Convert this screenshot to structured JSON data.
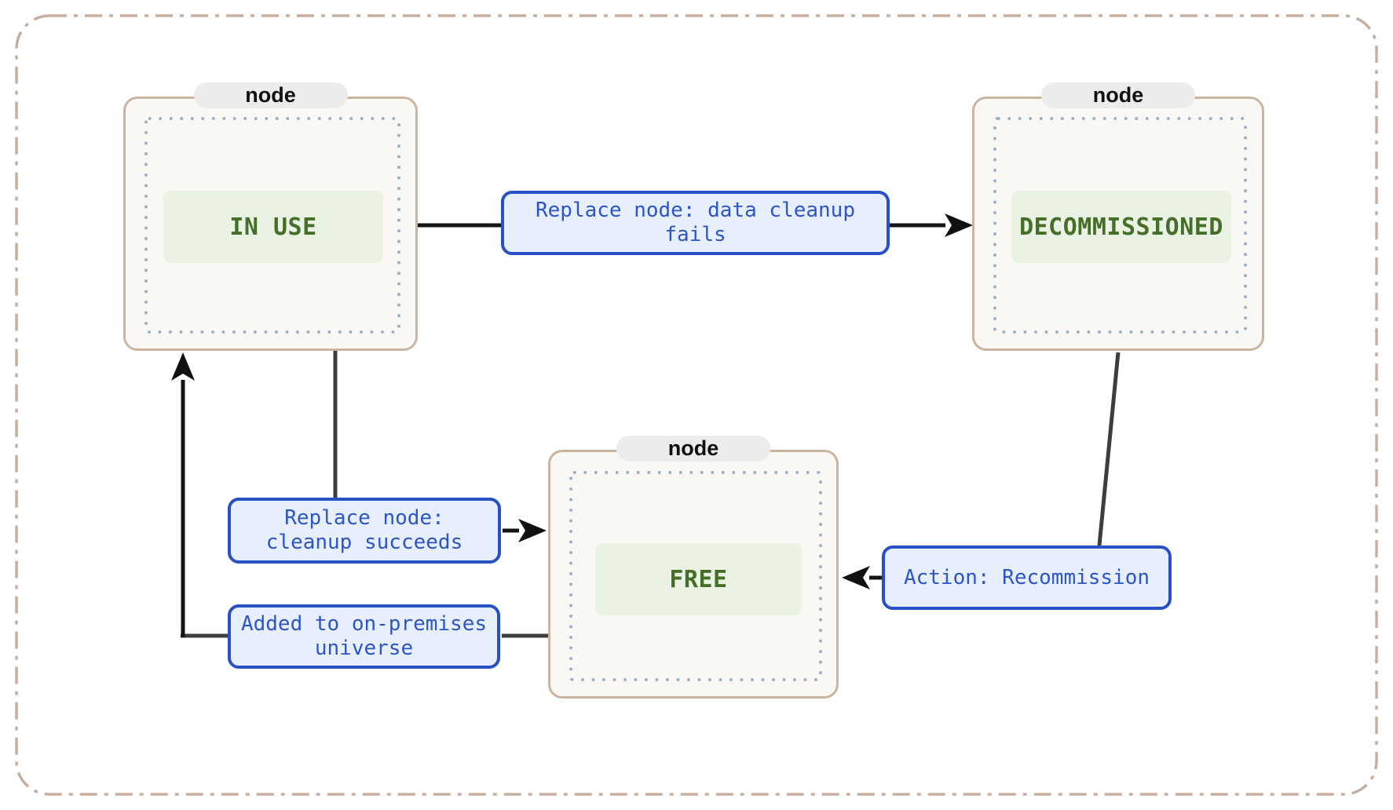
{
  "diagram": {
    "type": "state-flow",
    "nodes": [
      {
        "pill": "node",
        "state": "IN USE"
      },
      {
        "pill": "node",
        "state": "DECOMMISSIONED"
      },
      {
        "pill": "node",
        "state": "FREE"
      }
    ],
    "edges": [
      {
        "from": "IN USE",
        "to": "DECOMMISSIONED",
        "lines": [
          "Replace node: data cleanup",
          "fails"
        ]
      },
      {
        "from": "IN USE",
        "to": "FREE",
        "lines": [
          "Replace node:",
          "cleanup succeeds"
        ]
      },
      {
        "from": "FREE",
        "to": "IN USE",
        "lines": [
          "Added to on-premises",
          "universe"
        ]
      },
      {
        "from": "DECOMMISSIONED",
        "to": "FREE",
        "lines": [
          "Action: Recommission"
        ]
      }
    ],
    "colors": {
      "node_border": "#cbb5a1",
      "node_fill": "#faf8f4",
      "pill_fill": "#ececec",
      "dotted_border": "#98abbf",
      "state_fill": "#e9f2e3",
      "state_text": "#456e28",
      "edge_label_border": "#2851c6",
      "edge_label_fill": "#e7eefc",
      "edge_label_text": "#2e55c8",
      "edge_line": "#3d3d3d",
      "arrow": "#111111",
      "outer_dash_border": "#c6af9e"
    }
  }
}
